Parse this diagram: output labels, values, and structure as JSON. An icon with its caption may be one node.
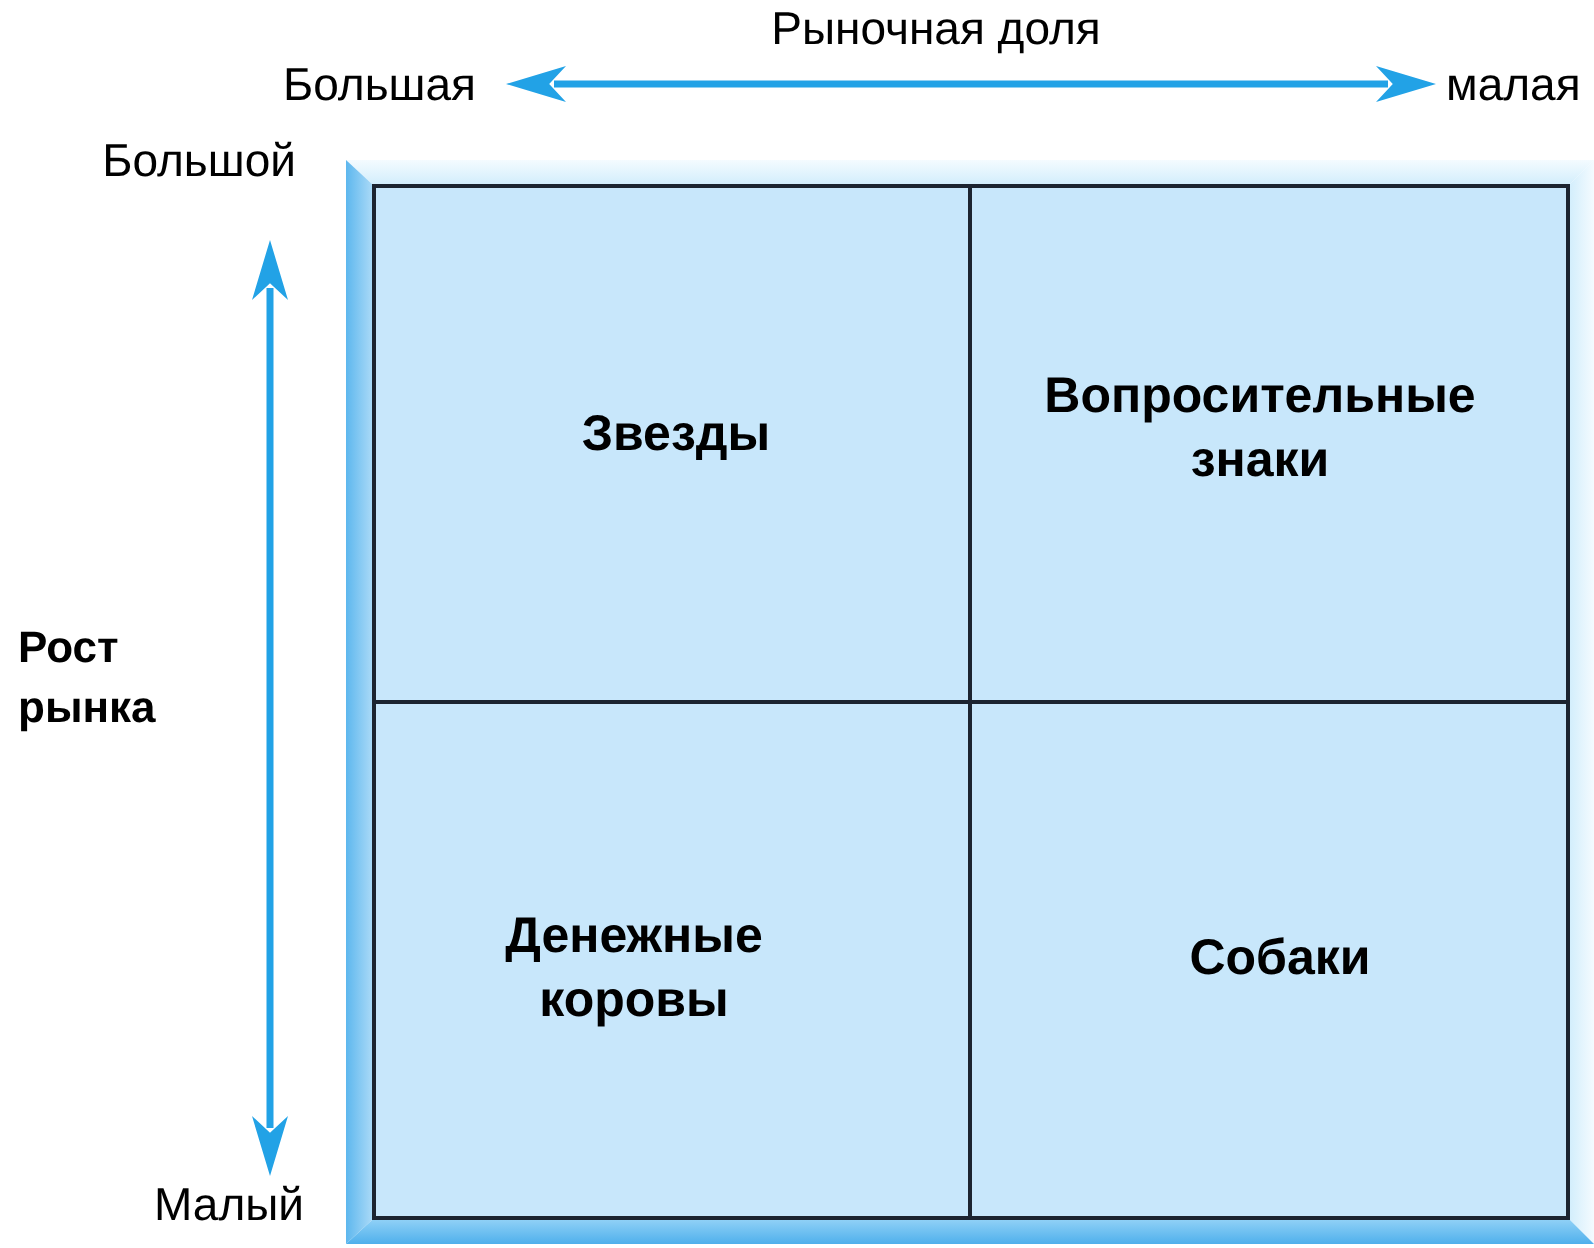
{
  "diagram": {
    "nodes": [
      {
        "text": [
          "Звезды"
        ]
      },
      {
        "text": [
          "Вопросительные знаки"
        ]
      },
      {
        "text": [
          "Денежные коровы"
        ]
      },
      {
        "text": [
          "Собаки"
        ]
      }
    ],
    "labels": [
      "Рыночная доля",
      "Большая",
      "малая",
      "Большой",
      "Рост рынка",
      "Малый"
    ]
  }
}
